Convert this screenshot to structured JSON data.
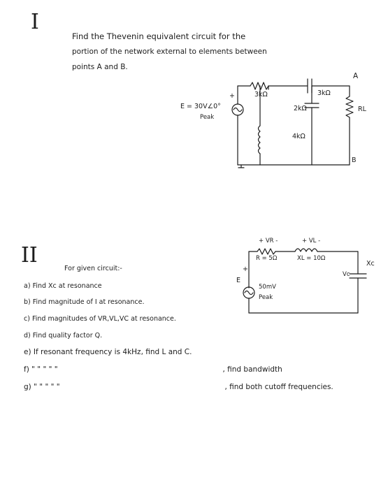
{
  "problem1": {
    "numeral": "I",
    "text_line1": "Find the Thevenin equivalent circuit for the",
    "text_line2": "portion of the network   external to elements between",
    "text_line3": "points   A  and   B.",
    "circuit": {
      "source_label": "E = 30V∠0°",
      "source_note": "Peak",
      "plus": "+",
      "resistor_top_left": "3kΩ",
      "capacitor_top_right": "3kΩ",
      "capacitor_mid": "2kΩ",
      "inductor_mid": "4kΩ",
      "load": "RL",
      "node_a": "A",
      "node_b": "B"
    }
  },
  "problem2": {
    "numeral": "II",
    "intro": "For given circuit:-",
    "items": [
      {
        "label": "a)",
        "text": "Find Xc at resonance"
      },
      {
        "label": "b)",
        "text": "Find magnitude of I at resonance."
      },
      {
        "label": "c)",
        "text": "Find magnitudes of VR,VL,VC at resonance."
      },
      {
        "label": "d)",
        "text": "Find quality factor Q."
      },
      {
        "label": "e)",
        "text": "If resonant frequency is 4kHz, find L and C."
      },
      {
        "label": "f)",
        "ditto": "\"     \"              \"          \"        \"",
        "text": ", find bandwidth"
      },
      {
        "label": "g)",
        "ditto": "\"     \"              \"          \"        \"",
        "text": ", find both cutoff frequencies."
      }
    ],
    "circuit": {
      "vr_label": "+ VR -",
      "vl_label": "+  VL  -",
      "r_label": "R = 5Ω",
      "xl_label": "XL = 10Ω",
      "xc_label": "Xc",
      "vc_label": "Vc",
      "source_symbol": "E",
      "source_value": "50mV",
      "source_note": "Peak",
      "plus": "+"
    }
  }
}
